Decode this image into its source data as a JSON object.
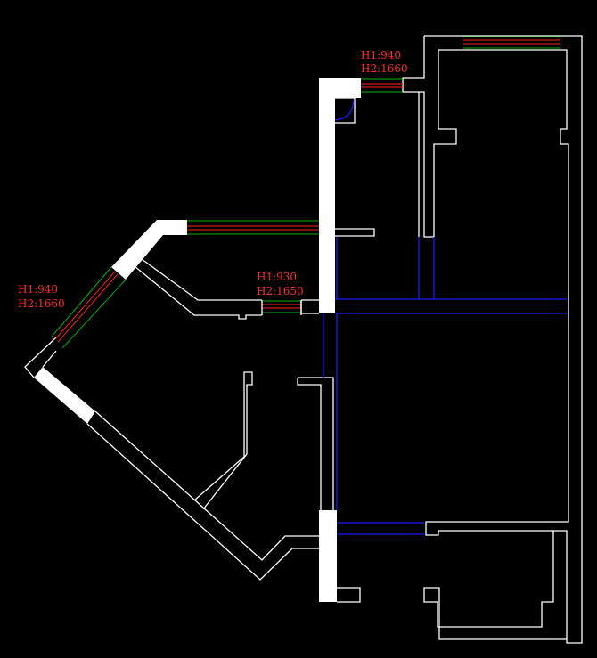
{
  "annotations": [
    {
      "id": "top-window",
      "h1": "H1:940",
      "h2": "H2:1660"
    },
    {
      "id": "middle-window",
      "h1": "H1:930",
      "h2": "H2:1650"
    },
    {
      "id": "left-window",
      "h1": "H1:940",
      "h2": "H2:1660"
    }
  ],
  "colors": {
    "background": "#000000",
    "wall": "#ffffff",
    "pipe": "#1a1aff",
    "window_outer": "#00b000",
    "window_inner": "#ff2020",
    "label": "#ff2a2a"
  }
}
